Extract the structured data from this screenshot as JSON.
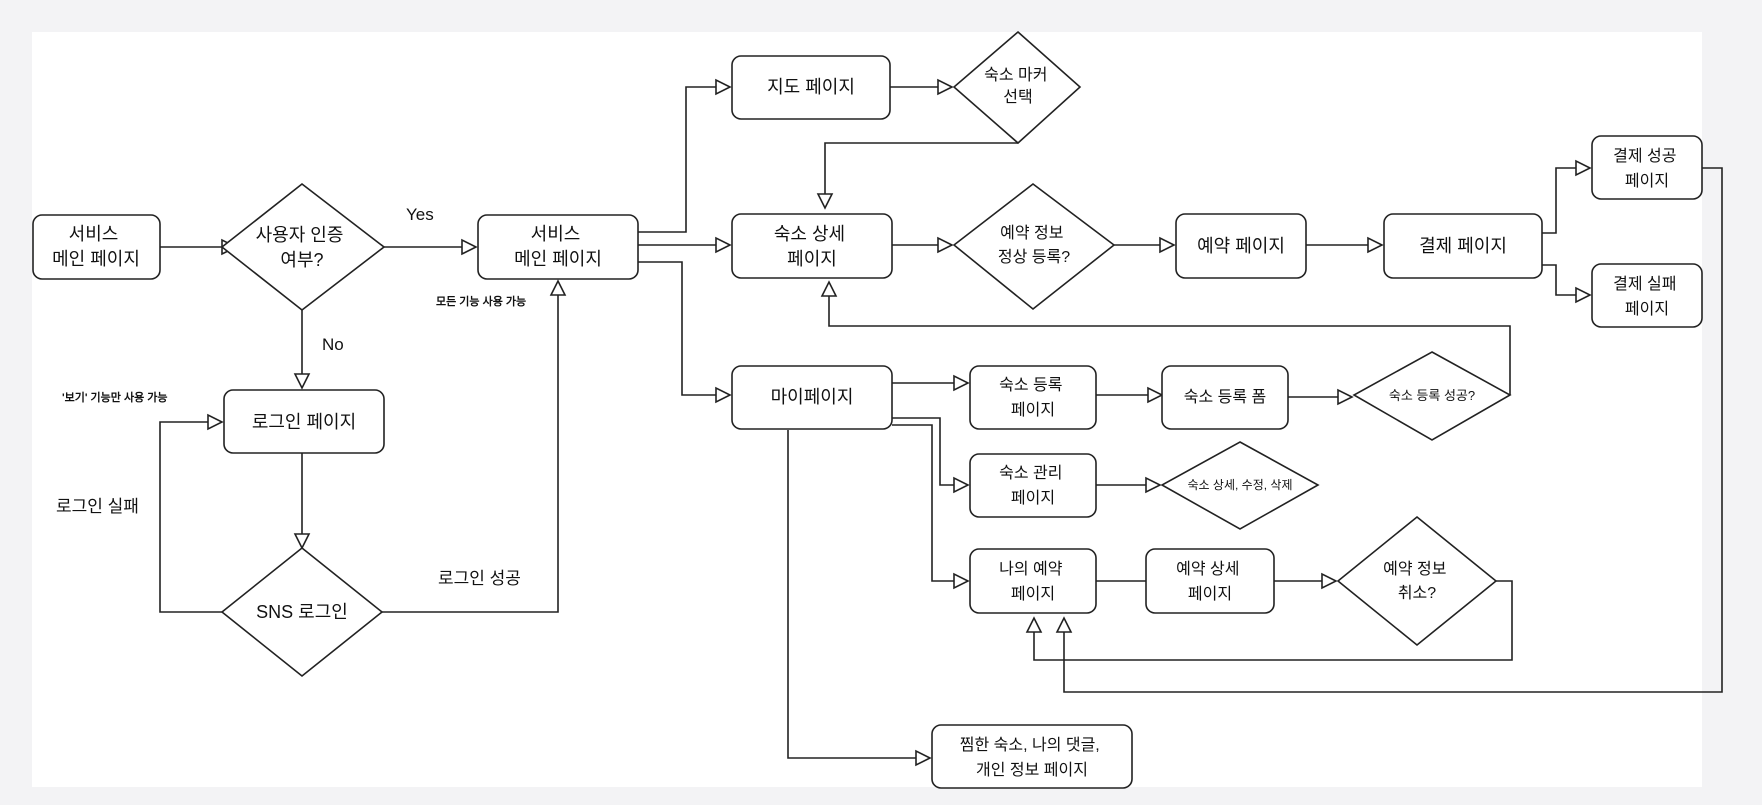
{
  "nodes": [
    {
      "id": "service-main-1",
      "shape": "box",
      "lines": [
        "서비스",
        "메인 페이지"
      ]
    },
    {
      "id": "auth-check",
      "shape": "diamond",
      "lines": [
        "사용자 인증",
        "여부?"
      ]
    },
    {
      "id": "service-main-2",
      "shape": "box",
      "lines": [
        "서비스",
        "메인 페이지"
      ]
    },
    {
      "id": "login-page",
      "shape": "box",
      "lines": [
        "로그인 페이지"
      ]
    },
    {
      "id": "sns-login",
      "shape": "diamond",
      "lines": [
        "SNS 로그인"
      ]
    },
    {
      "id": "map-page",
      "shape": "box",
      "lines": [
        "지도 페이지"
      ]
    },
    {
      "id": "marker-select",
      "shape": "diamond",
      "lines": [
        "숙소 마커",
        "선택"
      ]
    },
    {
      "id": "lodging-detail",
      "shape": "box",
      "lines": [
        "숙소 상세",
        "페이지"
      ]
    },
    {
      "id": "reservation-check",
      "shape": "diamond",
      "lines": [
        "예약 정보",
        "정상 등록?"
      ]
    },
    {
      "id": "reservation-page",
      "shape": "box",
      "lines": [
        "예약 페이지"
      ]
    },
    {
      "id": "payment-page",
      "shape": "box",
      "lines": [
        "결제 페이지"
      ]
    },
    {
      "id": "payment-success",
      "shape": "box",
      "lines": [
        "결제 성공",
        "페이지"
      ]
    },
    {
      "id": "payment-fail",
      "shape": "box",
      "lines": [
        "결제 실패",
        "페이지"
      ]
    },
    {
      "id": "mypage",
      "shape": "box",
      "lines": [
        "마이페이지"
      ]
    },
    {
      "id": "lodging-register-page",
      "shape": "box",
      "lines": [
        "숙소 등록",
        "페이지"
      ]
    },
    {
      "id": "lodging-register-form",
      "shape": "box",
      "lines": [
        "숙소 등록 폼"
      ]
    },
    {
      "id": "register-success-check",
      "shape": "diamond",
      "lines": [
        "숙소 등록 성공?"
      ]
    },
    {
      "id": "lodging-manage-page",
      "shape": "box",
      "lines": [
        "숙소 관리",
        "페이지"
      ]
    },
    {
      "id": "manage-actions",
      "shape": "diamond",
      "lines": [
        "숙소 상세, 수정, 삭제"
      ]
    },
    {
      "id": "my-reservation-page",
      "shape": "box",
      "lines": [
        "나의 예약",
        "페이지"
      ]
    },
    {
      "id": "reservation-detail-page",
      "shape": "box",
      "lines": [
        "예약 상세",
        "페이지"
      ]
    },
    {
      "id": "reservation-cancel-check",
      "shape": "diamond",
      "lines": [
        "예약 정보",
        "취소?"
      ]
    },
    {
      "id": "favorites-page",
      "shape": "box",
      "lines": [
        "찜한 숙소, 나의 댓글,",
        "개인 정보 페이지"
      ]
    }
  ],
  "edge_labels": {
    "yes": "Yes",
    "no": "No",
    "login_fail": "로그인 실패",
    "login_success": "로그인 성공"
  },
  "notes": {
    "all_features": "모든 기능 사용 가능",
    "view_only": "'보기' 기능만 사용 가능"
  }
}
